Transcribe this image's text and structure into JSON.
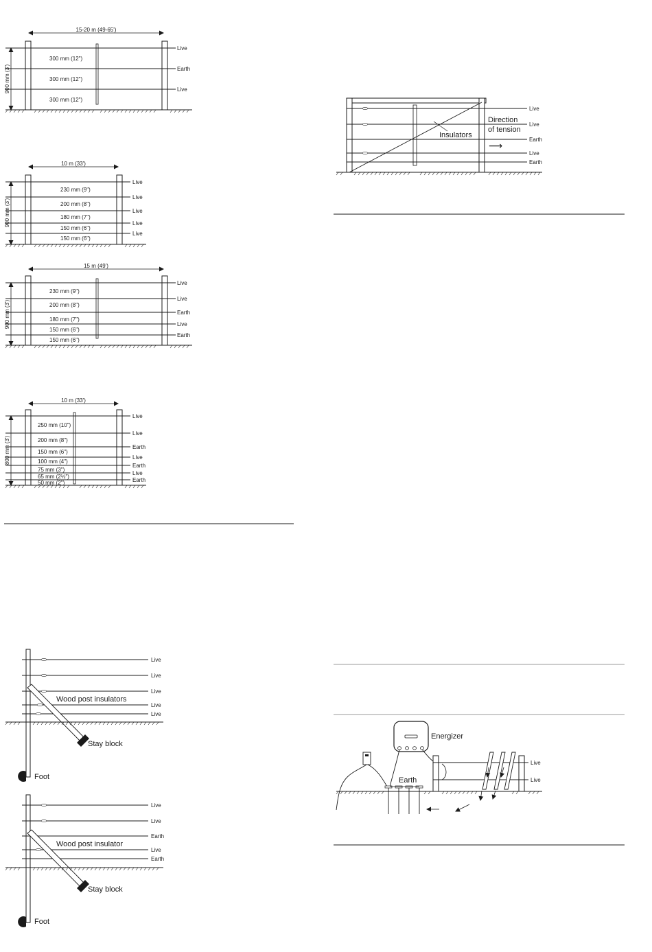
{
  "diagrams": {
    "fence1": {
      "span": "15-20 m (49-65')",
      "height": "900 mm (3')",
      "spacings": [
        "300 mm (12\")",
        "300 mm (12\")",
        "300 mm (12\")"
      ],
      "wires": [
        "Live",
        "Earth",
        "Live"
      ]
    },
    "fence2": {
      "span": "10 m (33')",
      "height": "900 mm (3')",
      "spacings": [
        "230 mm (9\")",
        "200 mm (8\")",
        "180 mm (7\")",
        "150 mm (6\")",
        "150 mm (6\")"
      ],
      "wires": [
        "Live",
        "Live",
        "Live",
        "Live",
        "Live"
      ]
    },
    "fence3": {
      "span": "15 m (49')",
      "height": "900 mm (3')",
      "spacings": [
        "230 mm (9\")",
        "200 mm (8\")",
        "180 mm (7\")",
        "150 mm (6\")",
        "150 mm (6\")"
      ],
      "wires": [
        "Live",
        "Live",
        "Earth",
        "Live",
        "Earth"
      ]
    },
    "fence4": {
      "span": "10 m (33')",
      "height": "800 mm (3')",
      "spacings": [
        "250 mm (10\")",
        "200 mm (8\")",
        "150 mm (6\")",
        "100 mm (4\")",
        "75 mm (3\")",
        "65 mm (2½\")",
        "50 mm (2\")"
      ],
      "wires": [
        "Live",
        "Live",
        "Earth",
        "Live",
        "Earth",
        "Live",
        "Earth"
      ]
    },
    "strainer1": {
      "wires": [
        "Live",
        "Live",
        "Live",
        "Live",
        "Live"
      ],
      "insulator_label": "Wood post insulators",
      "stay_label": "Stay block",
      "foot_label": "Foot"
    },
    "strainer2": {
      "wires": [
        "Live",
        "Live",
        "Earth",
        "Live",
        "Earth"
      ],
      "insulator_label": "Wood post insulator",
      "stay_label": "Stay block",
      "foot_label": "Foot"
    },
    "brace": {
      "wires": [
        "Live",
        "Live",
        "Earth",
        "Live",
        "Earth"
      ],
      "insulators_label": "Insulators",
      "direction_label_1": "Direction",
      "direction_label_2": "of tension",
      "arrow_glyph": "⟶"
    },
    "energizer": {
      "energizer_label": "Energizer",
      "earth_label": "Earth",
      "wires": [
        "Live",
        "Live"
      ]
    }
  }
}
